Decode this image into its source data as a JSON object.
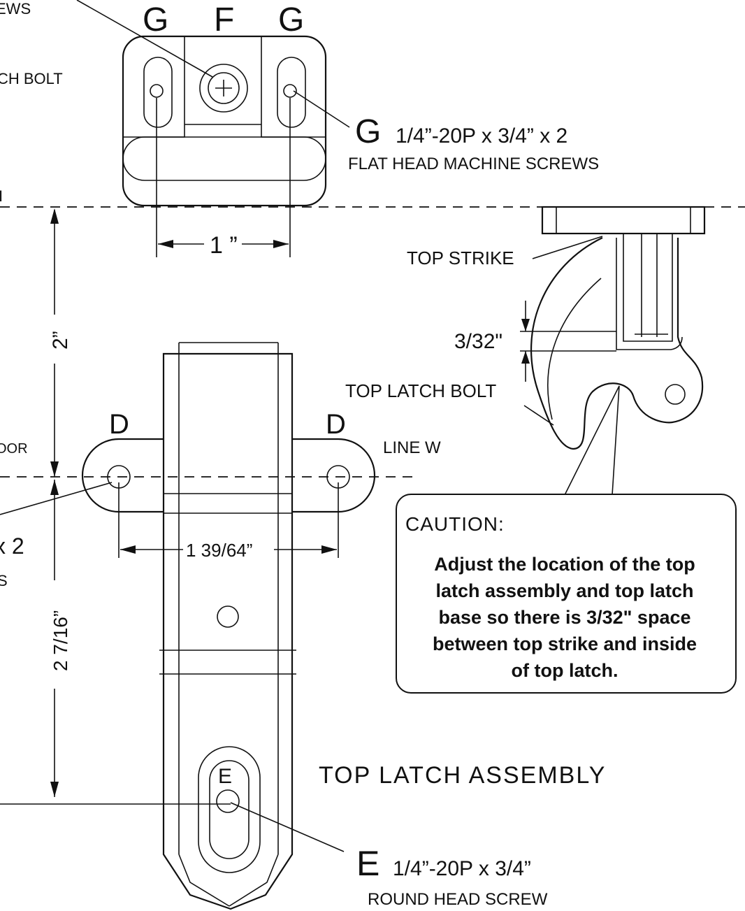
{
  "labels": {
    "cut_screws_left": "EWS",
    "cut_latch_bolt_left": "CH BOLT",
    "cut_line_left": "I",
    "cut_door_left": "OOR",
    "cut_x2_left": "x 2",
    "cut_s_left": "S",
    "g_left": "G",
    "f_mid": "F",
    "g_right": "G",
    "g_callout_letter": "G",
    "g_callout_spec": "1/4”-20P x 3/4” x 2",
    "g_callout_desc": "FLAT HEAD MACHINE SCREWS",
    "dim_1in": "1 ”",
    "top_strike": "TOP STRIKE",
    "dim_3_32": "3/32\"",
    "top_latch_bolt": "TOP LATCH BOLT",
    "dim_2in": "2”",
    "d_left": "D",
    "d_right": "D",
    "line_w": "LINE W",
    "dim_1_39_64": "1 39/64”",
    "dim_2_7_16": "2 7/16”",
    "e_hole": "E",
    "assembly_title": "TOP LATCH ASSEMBLY",
    "e_callout_letter": "E",
    "e_callout_spec": "1/4”-20P x 3/4”",
    "e_callout_desc": "ROUND HEAD SCREW"
  },
  "caution": {
    "title": "CAUTION:",
    "body": "Adjust the location of the top\nlatch assembly and top latch\nbase so there is 3/32\" space\nbetween top strike and inside\nof top latch."
  }
}
